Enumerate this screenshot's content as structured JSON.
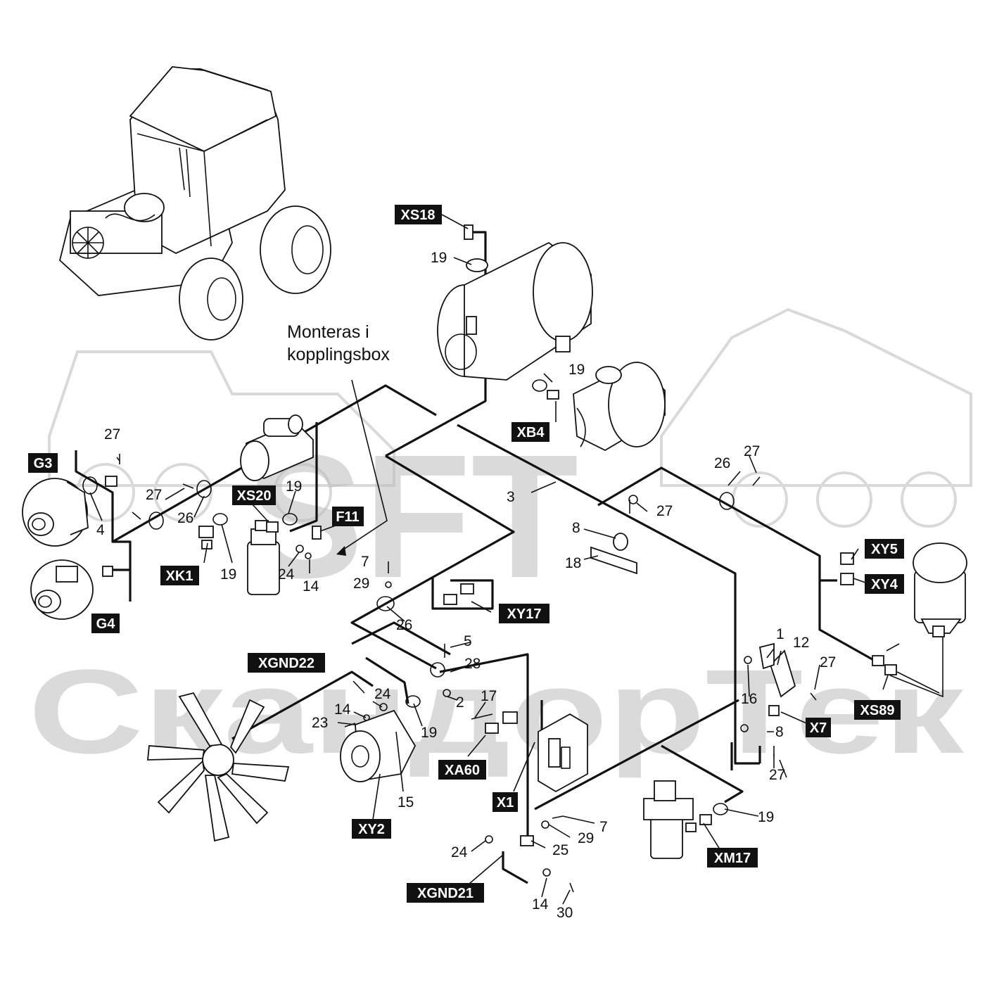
{
  "note": {
    "line1": "Monteras i",
    "line2": "kopplingsbox"
  },
  "watermark": {
    "logo": "SFT",
    "text": "СкандорТек"
  },
  "tags": {
    "XS18": "XS18",
    "XB4": "XB4",
    "G3": "G3",
    "G4": "G4",
    "XS20": "XS20",
    "F11": "F11",
    "XK1": "XK1",
    "XY17": "XY17",
    "XY5": "XY5",
    "XY4": "XY4",
    "XS89": "XS89",
    "X7": "X7",
    "XGND22": "XGND22",
    "XA60": "XA60",
    "X1": "X1",
    "XY2": "XY2",
    "XM17": "XM17",
    "XGND21": "XGND21"
  },
  "numbers": {
    "n19a": "19",
    "n19b": "19",
    "n27a": "27",
    "n27b": "27",
    "n26a": "26",
    "n4": "4",
    "n19c": "19",
    "n19d": "19",
    "n24a": "24",
    "n14a": "14",
    "n3": "3",
    "n27c": "27",
    "n8a": "8",
    "n18": "18",
    "n26b": "26",
    "n27d": "27",
    "n7a": "7",
    "n29a": "29",
    "n26c": "26",
    "n5": "5",
    "n28": "28",
    "n2": "2",
    "n17": "17",
    "n1": "1",
    "n12": "12",
    "n27e": "27",
    "n16": "16",
    "n8b": "8",
    "n27f": "27",
    "n24b": "24",
    "n14b": "14",
    "n23": "23",
    "n19e": "19",
    "n15": "15",
    "n7b": "7",
    "n29b": "29",
    "n25": "25",
    "n24c": "24",
    "n14c": "14",
    "n30": "30",
    "n19f": "19"
  },
  "colors": {
    "ink": "#111111",
    "tag_bg": "#111111",
    "tag_fg": "#ffffff",
    "watermark": "#bdbdbd"
  }
}
